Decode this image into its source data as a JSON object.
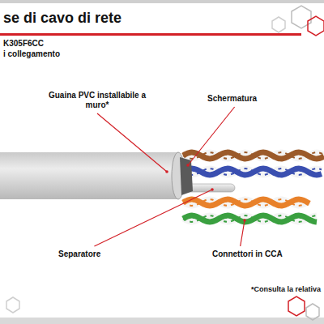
{
  "diagram": {
    "title": "se di cavo di rete",
    "labels": [
      "K305F6CC",
      "i collegamento",
      "Guaina PVC installabile a muro*",
      "Schermatura",
      "Separatore",
      "Connettori in CCA",
      "*Consulta la relativa"
    ]
  }
}
